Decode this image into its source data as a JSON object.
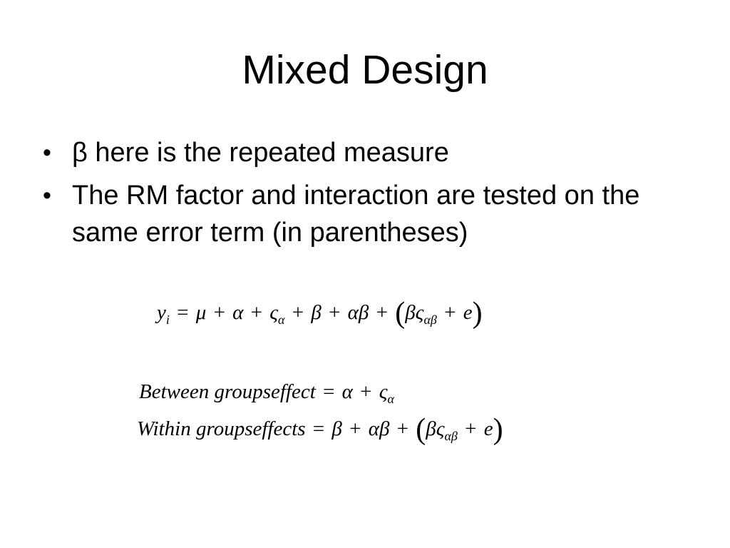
{
  "slide": {
    "title": "Mixed Design",
    "bullets": [
      "β here is the repeated measure",
      "The RM factor and interaction are tested on the same error term (in parentheses)"
    ],
    "bullet_marker": "•"
  },
  "equations": {
    "model": {
      "lhs": "y",
      "lhs_sub": "i",
      "terms": [
        "μ",
        "α",
        "ς",
        "β",
        "αβ",
        "β",
        "ς",
        "e"
      ],
      "subs": [
        "α",
        "αβ"
      ]
    },
    "between": {
      "label": "Between groupseffect",
      "rhs_terms": [
        "α",
        "ς"
      ],
      "rhs_sub": "α"
    },
    "within": {
      "label": "Within groupseffects",
      "rhs_terms": [
        "β",
        "αβ",
        "β",
        "ς",
        "e"
      ],
      "rhs_sub": "αβ"
    }
  }
}
